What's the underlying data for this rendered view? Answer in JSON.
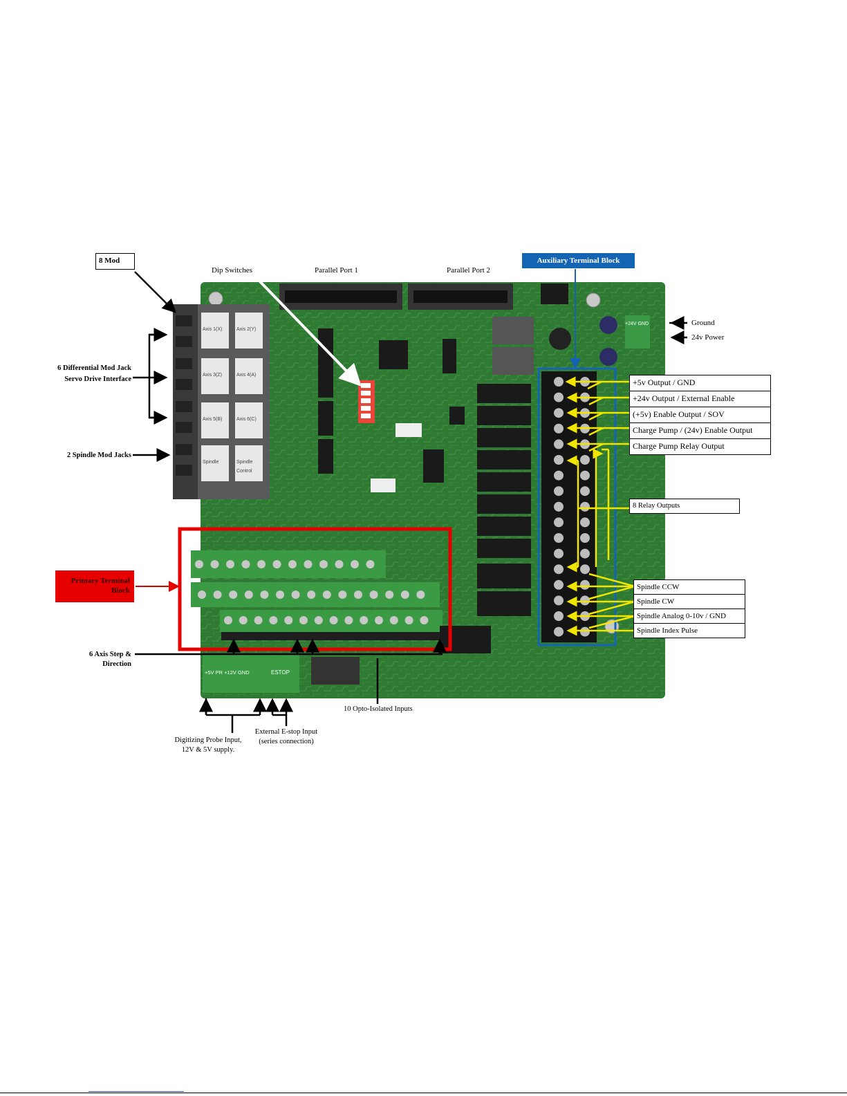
{
  "labels": {
    "mod8": "8 Mod",
    "dip": "Dip Switches",
    "pp1": "Parallel Port 1",
    "pp2": "Parallel Port 2",
    "aux": "Auxiliary Terminal Block",
    "ground": "Ground",
    "power24": "24v Power",
    "diff1": "6 Differential Mod Jack",
    "diff2": "Servo Drive Interface",
    "spindle_jacks": "2 Spindle Mod Jacks",
    "primary1": "Primary Terminal",
    "primary2": "Block",
    "axis1": "6 Axis Step &",
    "axis2": "Direction",
    "opto": "10 Opto-Isolated Inputs",
    "probe1": "Digitizing Probe Input,",
    "probe2": "12V & 5V supply.",
    "estop1": "External E-stop Input",
    "estop2": "(series connection)",
    "relay8": "8 Relay Outputs"
  },
  "aux_outputs": [
    "+5v Output / GND",
    "+24v Output / External Enable",
    "(+5v) Enable Output / SOV",
    "Charge Pump /  (24v) Enable Output",
    "Charge Pump Relay Output"
  ],
  "spindle_outputs": [
    "Spindle CCW",
    "Spindle CW",
    "Spindle Analog 0-10v / GND",
    "Spindle Index Pulse"
  ],
  "jack_labels": [
    "Axis 1(X)",
    "Axis 2(Y)",
    "Axis 3(Z)",
    "Axis 4(A)",
    "Axis 5(B)",
    "Axis 6(C)",
    "Spindle",
    "Spindle Control"
  ],
  "connector_text": {
    "power_strip": "+5V  PR  +12V GND",
    "estop": "ESTOP",
    "power24_conn": "+24V GND"
  },
  "colors": {
    "board": "#2f7a33",
    "accent_blue": "#1464b4",
    "accent_red": "#e60000",
    "arrow_yellow": "#f2e600"
  }
}
